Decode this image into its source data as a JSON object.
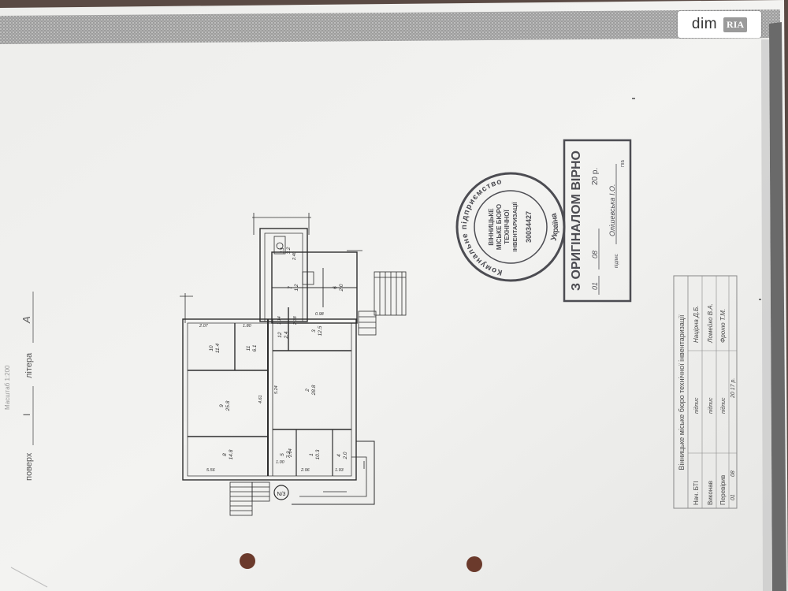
{
  "watermark": {
    "brand": "dim",
    "badge": "RIA"
  },
  "colors": {
    "paper": "#f1f1ef",
    "ink": "#2d2d2d",
    "stamp": "#4c4c52",
    "background": "#5a4a44"
  },
  "plan_header": {
    "scale_label": "Масштаб 1:200",
    "floor_label": "поверх",
    "floor_value": "I",
    "letter_label": "літера",
    "letter_value": "А"
  },
  "rooms": [
    {
      "number": "1",
      "area": "10.3",
      "dims": "2.96"
    },
    {
      "number": "2",
      "area": "28.8",
      "dims": "5.24"
    },
    {
      "number": "3",
      "area": "12.5",
      "dims": "2.38"
    },
    {
      "number": "4",
      "area": "2.0",
      "dims": "1.93"
    },
    {
      "number": "5",
      "area": "7.2",
      "dims": "2.04"
    },
    {
      "number": "6",
      "area": "2.0",
      "dims": "1.00"
    },
    {
      "number": "7",
      "area": "1.2",
      "dims": "0.98"
    },
    {
      "number": "8",
      "area": "14.8",
      "dims": "5.56"
    },
    {
      "number": "9",
      "area": "25.8",
      "dims": "4.61"
    },
    {
      "number": "10",
      "area": "11.4",
      "dims": "2.07"
    },
    {
      "number": "11",
      "area": "6.1",
      "dims": "1.80"
    },
    {
      "number": "12",
      "area": "2.4",
      "dims": "1.14"
    },
    {
      "number": "13",
      "area": "3.2",
      "dims": "2.40"
    }
  ],
  "stamp_round": {
    "outer_text": "Комунальне підприємство",
    "line1": "ВІННИЦЬКЕ",
    "line2": "МІСЬКЕ БЮРО",
    "line3": "ТЕХНІЧНОЇ",
    "line4": "ІНВЕНТАРИЗАЦІЇ",
    "code": "30034427",
    "bottom_text": "Україна"
  },
  "stamp_rect": {
    "title": "З ОРИГІНАЛОМ ВІРНО",
    "date_day": "01",
    "date_month": "08",
    "date_year": "20 р.",
    "signature_label": "підпис",
    "name": "Олішевська І.О.",
    "sub": "ПІБ"
  },
  "title_block": {
    "header": "Вінницьке міське бюро технічної інвентаризації",
    "rows": [
      {
        "role": "Нач. БТІ",
        "sign": "підпис",
        "name": "Націрна Д.Б."
      },
      {
        "role": "Виконав",
        "sign": "підпис",
        "name": "Ломейко В.А."
      },
      {
        "role": "Перевірив",
        "sign": "підпис",
        "name": "Фроню Т.М."
      }
    ],
    "date_day": "01",
    "date_month": "08",
    "date_year": "20 17 р."
  }
}
